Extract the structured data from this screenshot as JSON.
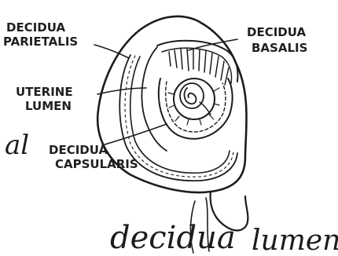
{
  "labels": {
    "decidua_parietalis": [
      "DECIDUA",
      "PARIETALIS"
    ],
    "decidua_basalis": [
      "DECIDUA",
      "BASALIS"
    ],
    "uterine_lumen": [
      "UTERINE",
      "LUMEN"
    ],
    "decidua_capsularis": [
      "DECIDUA",
      "CAPSULARIS"
    ]
  },
  "handwriting": {
    "left_fragment": "al",
    "bottom_left": "decidua",
    "bottom_right": "lumen"
  },
  "ink_color": "#1c1c1c"
}
